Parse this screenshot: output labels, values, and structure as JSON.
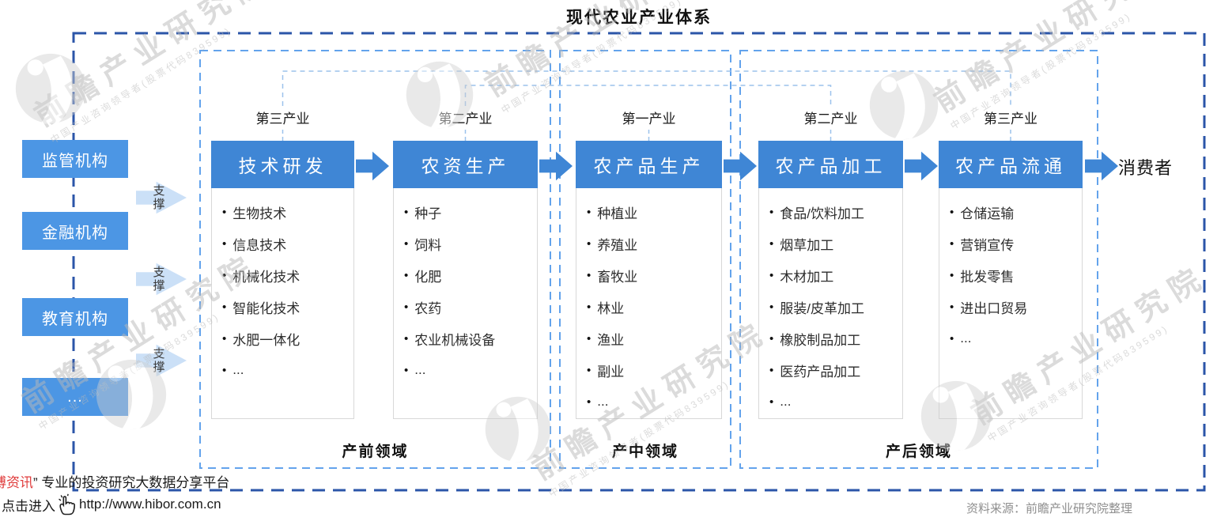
{
  "title": "现代农业产业体系",
  "left_panel": {
    "boxes": [
      "监管机构",
      "金融机构",
      "教育机构",
      "..."
    ],
    "support_label": "支撑"
  },
  "columns": [
    {
      "tier": "第三产业",
      "header": "技术研发",
      "items": [
        "生物技术",
        "信息技术",
        "机械化技术",
        "智能化技术",
        "水肥一体化",
        "..."
      ]
    },
    {
      "tier": "第二产业",
      "header": "农资生产",
      "items": [
        "种子",
        "饲料",
        "化肥",
        "农药",
        "农业机械设备",
        "..."
      ]
    },
    {
      "tier": "第一产业",
      "header": "农产品生产",
      "items": [
        "种植业",
        "养殖业",
        "畜牧业",
        "林业",
        "渔业",
        "副业",
        "..."
      ]
    },
    {
      "tier": "第二产业",
      "header": "农产品加工",
      "items": [
        "食品/饮料加工",
        "烟草加工",
        "木材加工",
        "服装/皮革加工",
        "橡胶制品加工",
        "医药产品加工",
        "..."
      ]
    },
    {
      "tier": "第三产业",
      "header": "农产品流通",
      "items": [
        "仓储运输",
        "营销宣传",
        "批发零售",
        "进出口贸易",
        "..."
      ]
    }
  ],
  "bullet": "•",
  "consumer_label": "消费者",
  "zones": [
    "产前领域",
    "产中领域",
    "产后领域"
  ],
  "footer": {
    "promo_red": "博资讯",
    "promo_quote": "”",
    "promo_black": "专业的投资研究大数据分享平台",
    "promo_line2_prefix": "点击进入",
    "promo_url": "http://www.hibor.com.cn",
    "source": "资料来源：前瞻产业研究院整理"
  },
  "watermark": {
    "big": "前瞻产业研究院",
    "small": "中国产业咨询领导者(股票代码839599)"
  },
  "colors": {
    "accent": "#3F86D5",
    "left_box": "#4C96E4",
    "support_fill": "#CBE0F7",
    "outer_dash": "#2B55A8",
    "inner_dash": "#63A3EC",
    "connector_dash": "#9CC2EC",
    "promo_red": "#E03C3C",
    "source_gray": "#8F8F8F"
  }
}
